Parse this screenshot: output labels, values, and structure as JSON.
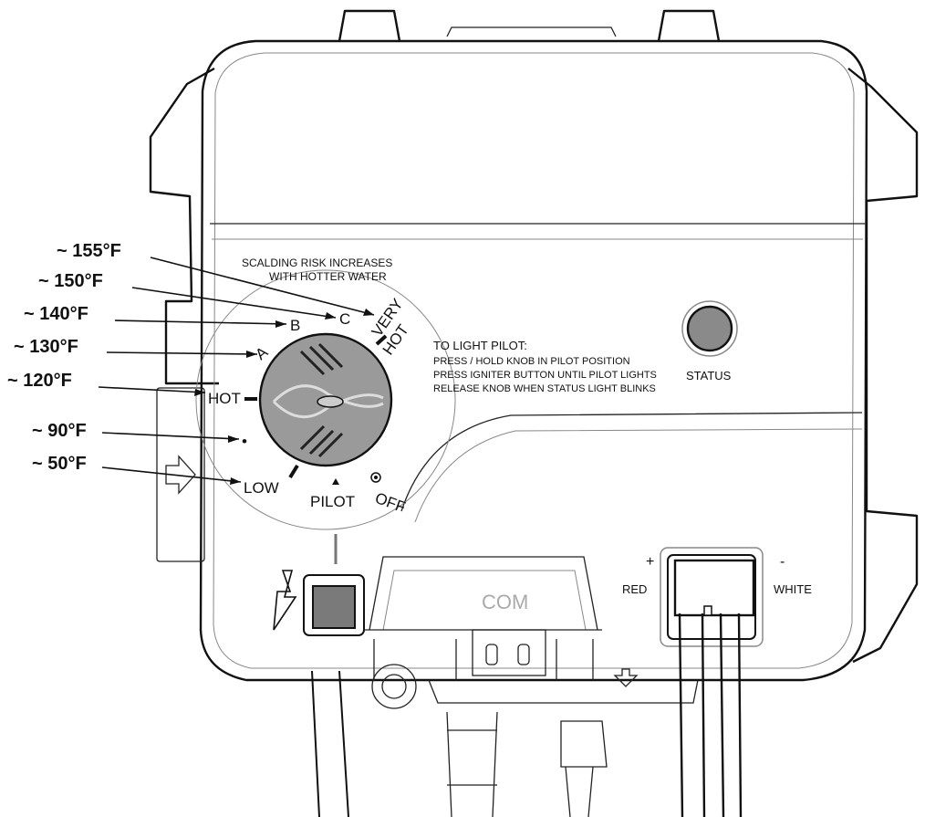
{
  "warning": {
    "line1": "SCALDING RISK INCREASES",
    "line2": "WITH HOTTER WATER"
  },
  "instructions": {
    "title": "TO LIGHT PILOT:",
    "steps": [
      "PRESS / HOLD KNOB IN PILOT POSITION",
      "PRESS IGNITER BUTTON UNTIL PILOT LIGHTS",
      "RELEASE KNOB WHEN STATUS LIGHT BLINKS"
    ]
  },
  "status_label": "STATUS",
  "dial": {
    "very": "VERY",
    "hot_upper": "HOT",
    "c": "C",
    "b": "B",
    "a": "A",
    "hot": "HOT",
    "dot": "•",
    "low": "LOW",
    "pilot": "PILOT",
    "off": "OFF"
  },
  "temperatures": [
    {
      "label": "~ 155°F",
      "setting": "VERY HOT"
    },
    {
      "label": "~ 150°F",
      "setting": "C"
    },
    {
      "label": "~ 140°F",
      "setting": "B"
    },
    {
      "label": "~ 130°F",
      "setting": "A"
    },
    {
      "label": "~ 120°F",
      "setting": "HOT"
    },
    {
      "label": "~ 90°F",
      "setting": "•"
    },
    {
      "label": "~ 50°F",
      "setting": "LOW"
    }
  ],
  "connector": {
    "plus": "+",
    "minus": "-",
    "red": "RED",
    "white": "WHITE",
    "com": "COM"
  }
}
